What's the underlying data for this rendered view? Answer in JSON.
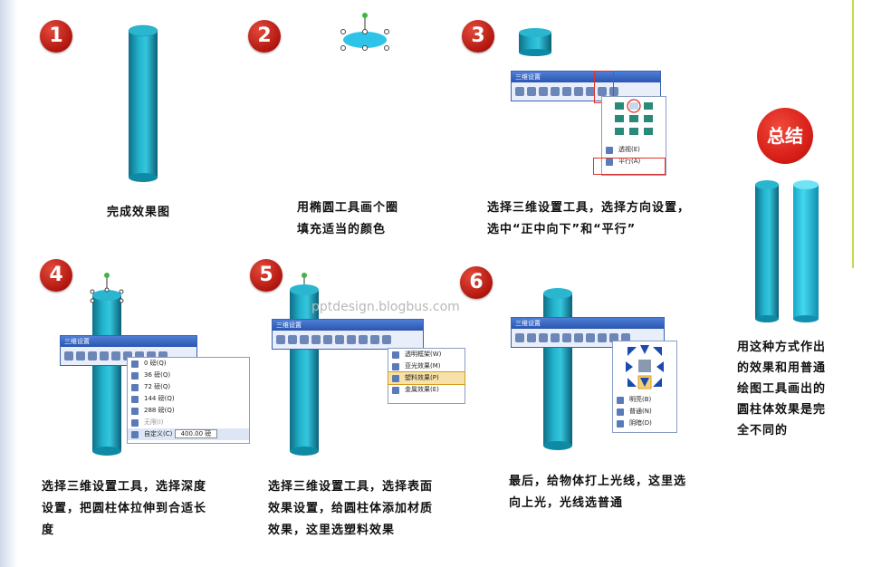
{
  "steps": [
    {
      "num": "1",
      "caption": "完成效果图"
    },
    {
      "num": "2",
      "caption_line1": "用椭圆工具画个圈",
      "caption_line2": "填充适当的颜色"
    },
    {
      "num": "3",
      "caption_line1": "选择三维设置工具，选择方向设置，",
      "caption_line2": "选中“正中向下”和“平行”"
    },
    {
      "num": "4",
      "caption_line1": "选择三维设置工具，选择深度",
      "caption_line2": "设置，把圆柱体拉伸到合适长",
      "caption_line3": "度"
    },
    {
      "num": "5",
      "caption_line1": "选择三维设置工具，选择表面",
      "caption_line2": "效果设置，给圆柱体添加材质",
      "caption_line3": "效果，这里选塑料效果"
    },
    {
      "num": "6",
      "caption_line1": "最后，给物体打上光线，这里选",
      "caption_line2": "向上光，光线选普通"
    }
  ],
  "summary": {
    "badge": "总结",
    "lines": [
      "用这种方式作出",
      "的效果和用普通",
      "绘图工具画出的",
      "圆柱体效果是完",
      "全不同的"
    ]
  },
  "watermark": "pptdesign.blogbus.com",
  "toolbar_title": "三维设置",
  "step3_menu": [
    "透视(E)",
    "平行(A)"
  ],
  "step4_menu": [
    "0 磅(Q)",
    "36 磅(Q)",
    "72 磅(Q)",
    "144 磅(Q)",
    "288 磅(Q)",
    "无限(I)",
    "自定义(C)"
  ],
  "step4_custom_value": "400.00 磅",
  "step5_menu": [
    "透明框架(W)",
    "亚光效果(M)",
    "塑料效果(P)",
    "金属效果(E)"
  ],
  "step6_menu": [
    "明亮(B)",
    "普通(N)",
    "阴暗(D)"
  ],
  "colors": {
    "accent_red": "#c0180e",
    "cylinder": "#1aa0b8",
    "cylinder_bright": "#22c0dc"
  }
}
